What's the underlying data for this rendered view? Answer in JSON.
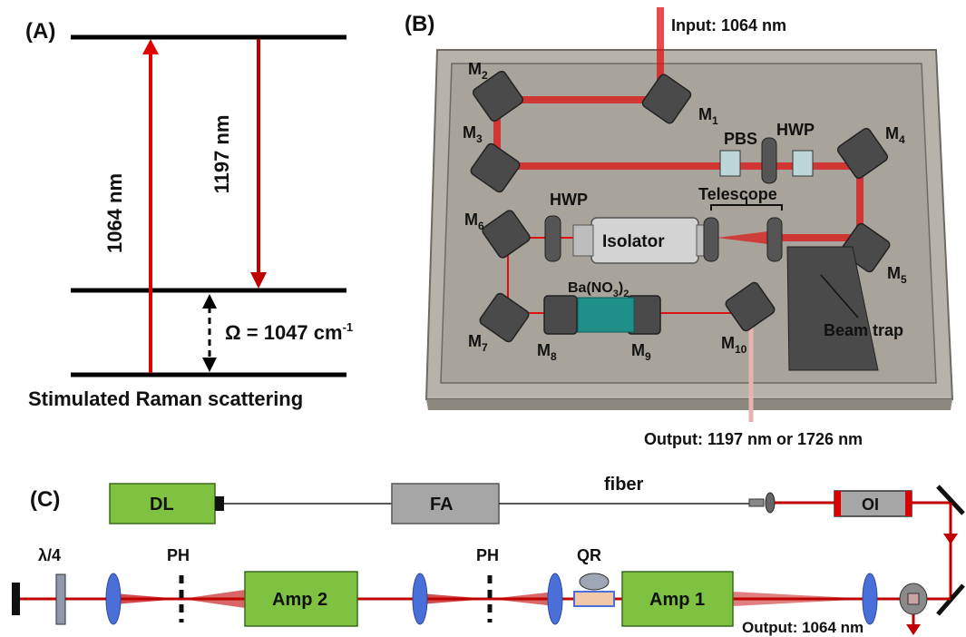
{
  "panel_a": {
    "tag": "(A)",
    "pump_label": "1064 nm",
    "stokes_label": "1197 nm",
    "omega_label": "Ω = 1047 cm",
    "omega_exp": "-1",
    "caption": "Stimulated Raman scattering"
  },
  "panel_b": {
    "tag": "(B)",
    "input_label": "Input: 1064 nm",
    "output_label": "Output: 1197 nm or 1726 nm",
    "pbs": "PBS",
    "hwp_top": "HWP",
    "hwp_left": "HWP",
    "telescope": "Telescope",
    "isolator": "Isolator",
    "crystal": "Ba(NO",
    "crystal_sub1": "3",
    "crystal_close": ")",
    "crystal_sub2": "2",
    "beam_trap": "Beam trap",
    "mirrors": [
      {
        "m": "M",
        "n": "1"
      },
      {
        "m": "M",
        "n": "2"
      },
      {
        "m": "M",
        "n": "3"
      },
      {
        "m": "M",
        "n": "4"
      },
      {
        "m": "M",
        "n": "5"
      },
      {
        "m": "M",
        "n": "6"
      },
      {
        "m": "M",
        "n": "7"
      },
      {
        "m": "M",
        "n": "8"
      },
      {
        "m": "M",
        "n": "9"
      },
      {
        "m": "M",
        "n": "10"
      }
    ]
  },
  "panel_c": {
    "tag": "(C)",
    "dl": "DL",
    "fa": "FA",
    "fiber": "fiber",
    "oi": "OI",
    "qwp": "λ/4",
    "ph1": "PH",
    "ph2": "PH",
    "qr": "QR",
    "amp2": "Amp 2",
    "amp1": "Amp 1",
    "output": "Output: 1064 nm"
  },
  "colors": {
    "beam": "#c00000",
    "amp_fill": "#7fc241",
    "lens": "#4a6fd8",
    "table": "#a9a49b",
    "crystal": "#1f8f8a"
  }
}
